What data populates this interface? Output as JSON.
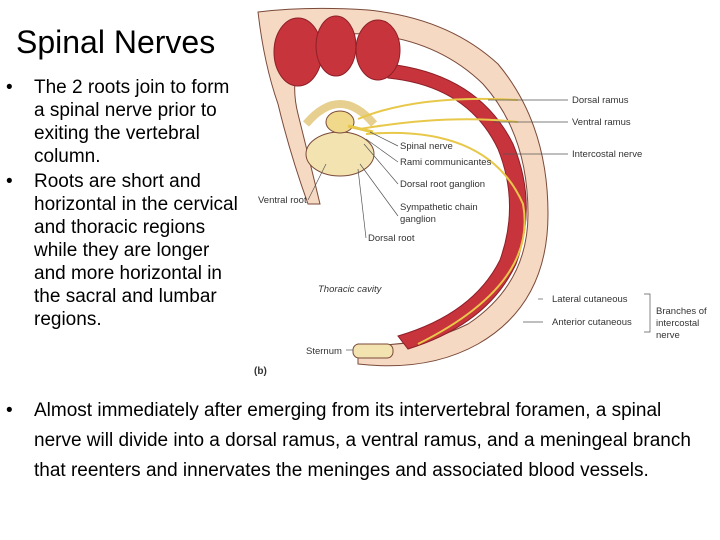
{
  "slide": {
    "title": "Spinal Nerves",
    "left_bullets": [
      "The 2 roots join to form a spinal nerve prior to exiting the vertebral column.",
      "Roots are short and horizontal in the cervical and thoracic regions while they are longer and more horizontal in the sacral and lumbar regions."
    ],
    "bottom_bullets": [
      "Almost immediately after emerging from its intervertebral foramen, a spinal nerve will divide into a dorsal ramus, a ventral ramus, and a meningeal branch that reenters and innervates the meninges and associated blood vessels."
    ],
    "bullet_glyph": "•"
  },
  "figure": {
    "panel_label": "(b)",
    "labels": {
      "dorsal_ramus": "Dorsal ramus",
      "ventral_ramus": "Ventral ramus",
      "spinal_nerve": "Spinal nerve",
      "rami_communicantes": "Rami communicantes",
      "intercostal_nerve": "Intercostal nerve",
      "dorsal_root_ganglion": "Dorsal root ganglion",
      "ventral_root": "Ventral root",
      "sympathetic_chain_ganglion_1": "Sympathetic chain",
      "sympathetic_chain_ganglion_2": "ganglion",
      "dorsal_root": "Dorsal root",
      "thoracic_cavity": "Thoracic cavity",
      "lateral_cutaneous": "Lateral cutaneous",
      "anterior_cutaneous": "Anterior cutaneous",
      "branches_1": "Branches of",
      "branches_2": "intercostal",
      "branches_3": "nerve",
      "sternum": "Sternum"
    },
    "colors": {
      "muscle": "#c8343c",
      "muscle_dark": "#8e1f28",
      "nerve": "#e8c84a",
      "bone": "#f3e3b0",
      "skin": "#f6d9c2",
      "outline": "#7a4a3a"
    }
  }
}
